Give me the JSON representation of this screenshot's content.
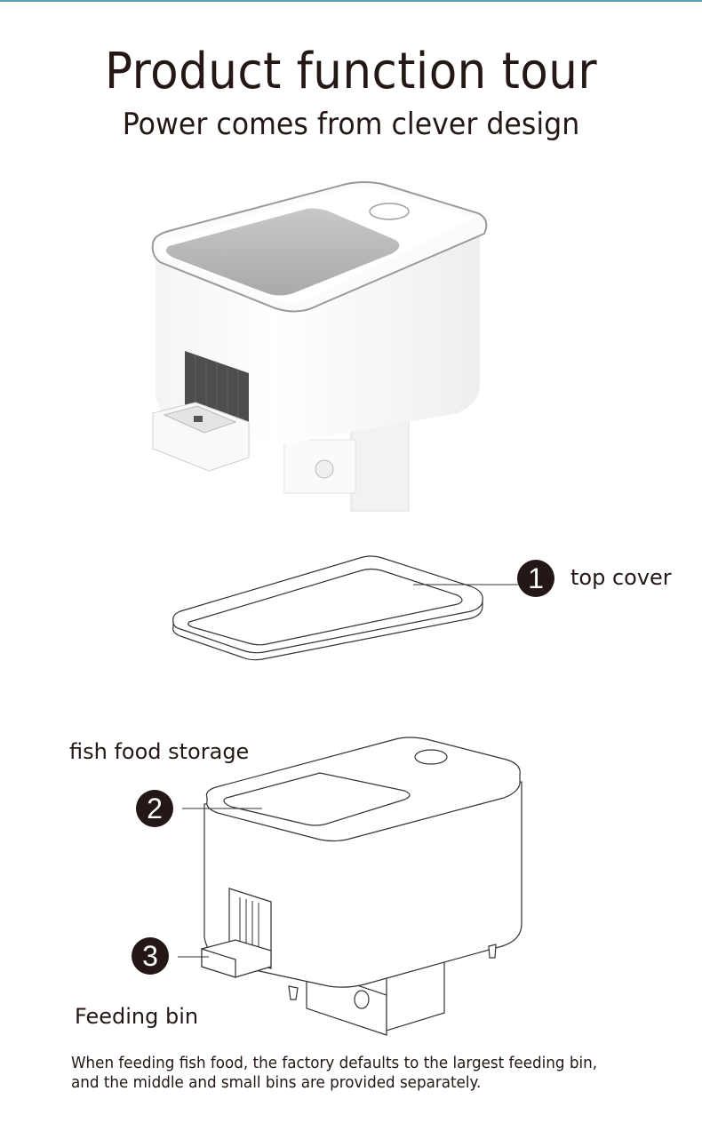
{
  "header": {
    "title": "Product function tour",
    "subtitle": "Power comes from clever design"
  },
  "callouts": [
    {
      "number": "1",
      "label": "top cover"
    },
    {
      "number": "2",
      "label": "fish food storage"
    },
    {
      "number": "3",
      "label": "Feeding bin"
    }
  ],
  "caption": "When feeding fish food, the factory defaults to the largest feeding bin, and the middle and small bins are provided separately.",
  "colors": {
    "text": "#231815",
    "accent_line": "#5b9fb5",
    "background": "#ffffff"
  }
}
